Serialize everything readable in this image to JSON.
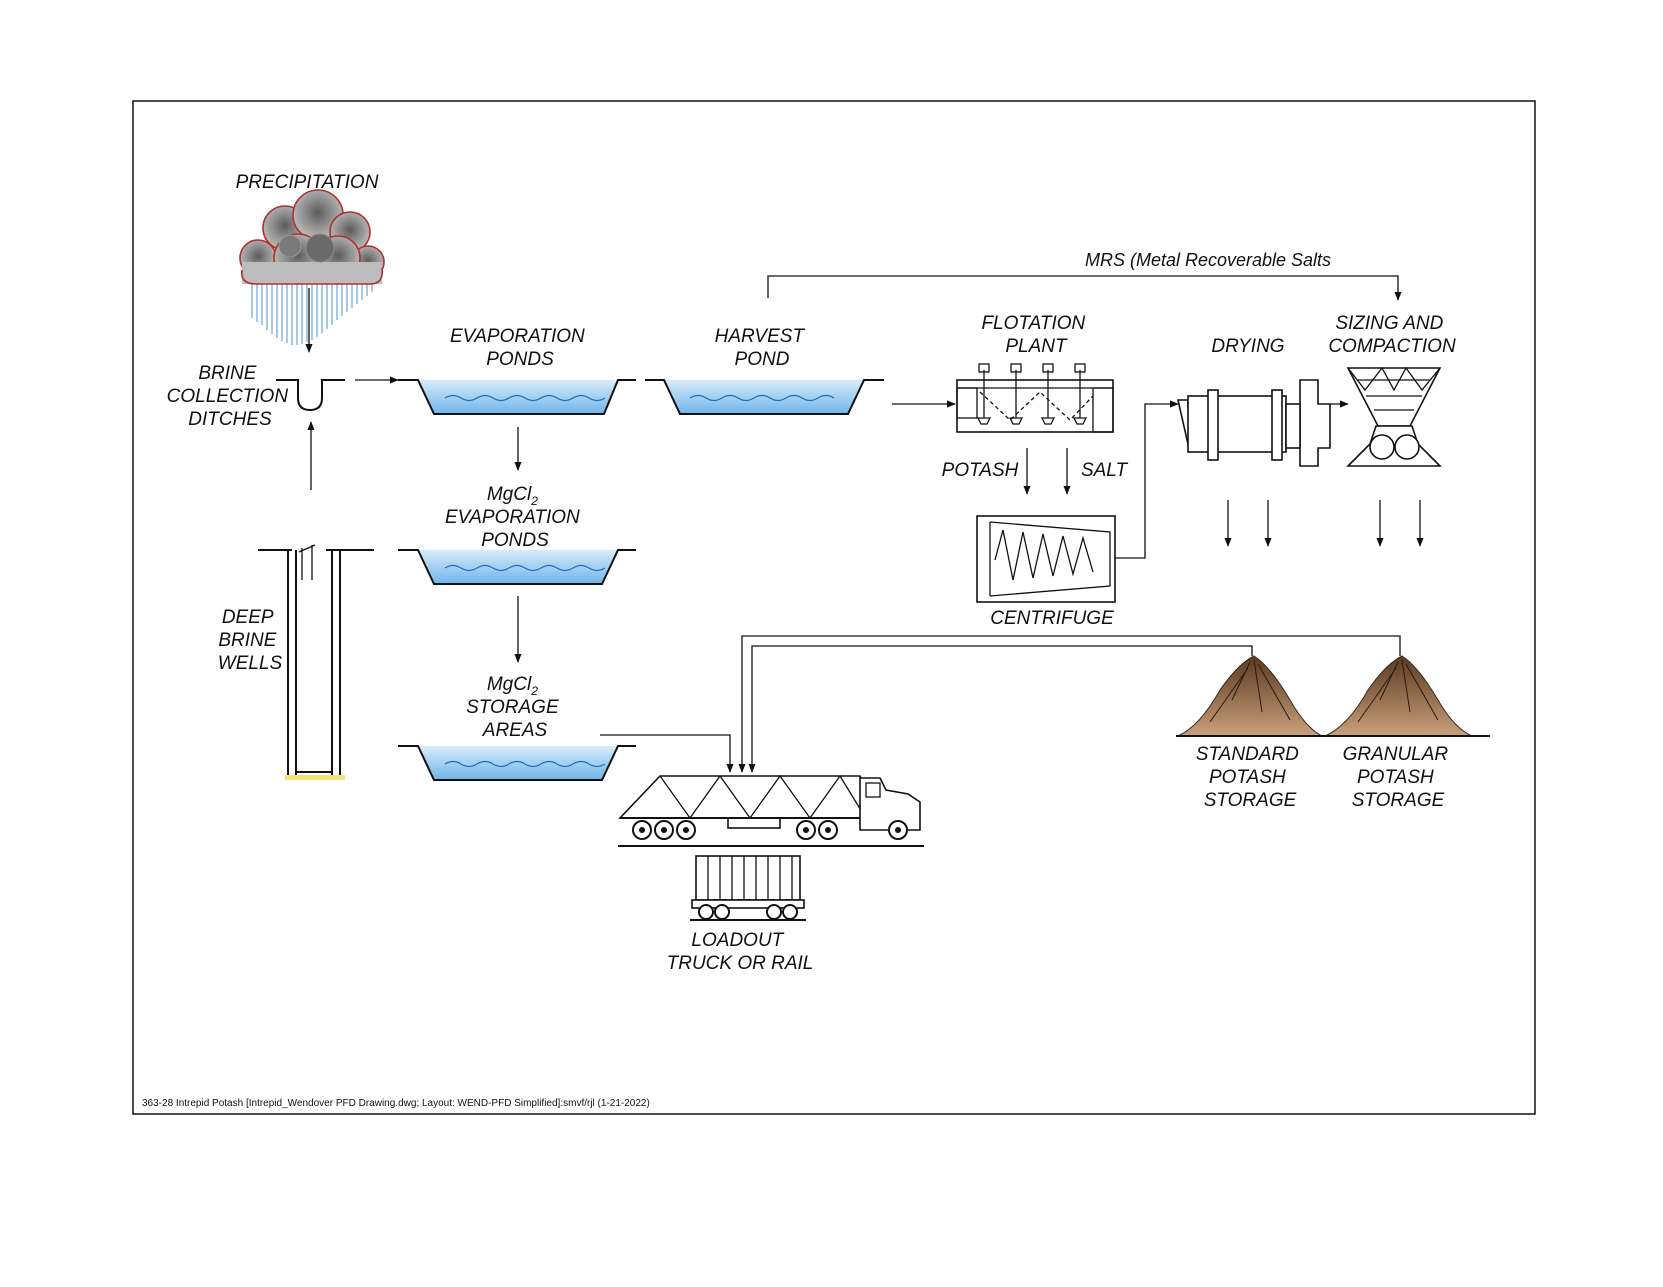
{
  "labels": {
    "precipitation": "PRECIPITATION",
    "brine_collection": [
      "BRINE",
      "COLLECTION",
      "DITCHES"
    ],
    "deep_brine_wells": [
      "DEEP",
      "BRINE",
      "WELLS"
    ],
    "evaporation_ponds": [
      "EVAPORATION",
      "PONDS"
    ],
    "harvest_pond": [
      "HARVEST",
      "POND"
    ],
    "mgcl2_evaporation_ponds": [
      "MgCl",
      "2",
      "EVAPORATION",
      "PONDS"
    ],
    "mgcl2_storage_areas": [
      "MgCl",
      "2",
      "STORAGE",
      "AREAS"
    ],
    "flotation_plant": [
      "FLOTATION",
      "PLANT"
    ],
    "potash": "POTASH",
    "salt": "SALT",
    "centrifuge": "CENTRIFUGE",
    "drying": "DRYING",
    "sizing_compaction": [
      "SIZING AND",
      "COMPACTION"
    ],
    "mrs": "MRS (Metal Recoverable Salts",
    "standard_potash": [
      "STANDARD",
      "POTASH",
      "STORAGE"
    ],
    "granular_potash": [
      "GRANULAR",
      "POTASH",
      "STORAGE"
    ],
    "loadout": [
      "LOADOUT",
      "TRUCK OR RAIL"
    ]
  },
  "footer": "363-28 Intrepid Potash [Intrepid_Wendover PFD Drawing.dwg; Layout: WEND-PFD Simplified]:smvf/rjl (1-21-2022)",
  "colors": {
    "water_top": "#d8ecfa",
    "water_bottom": "#6fb4ea",
    "wave": "#1a6fc0",
    "cloud_outline": "#b03030",
    "rain": "#6aa6d6",
    "pile_top": "#5a3a22",
    "pile_bottom": "#c9a07a"
  }
}
